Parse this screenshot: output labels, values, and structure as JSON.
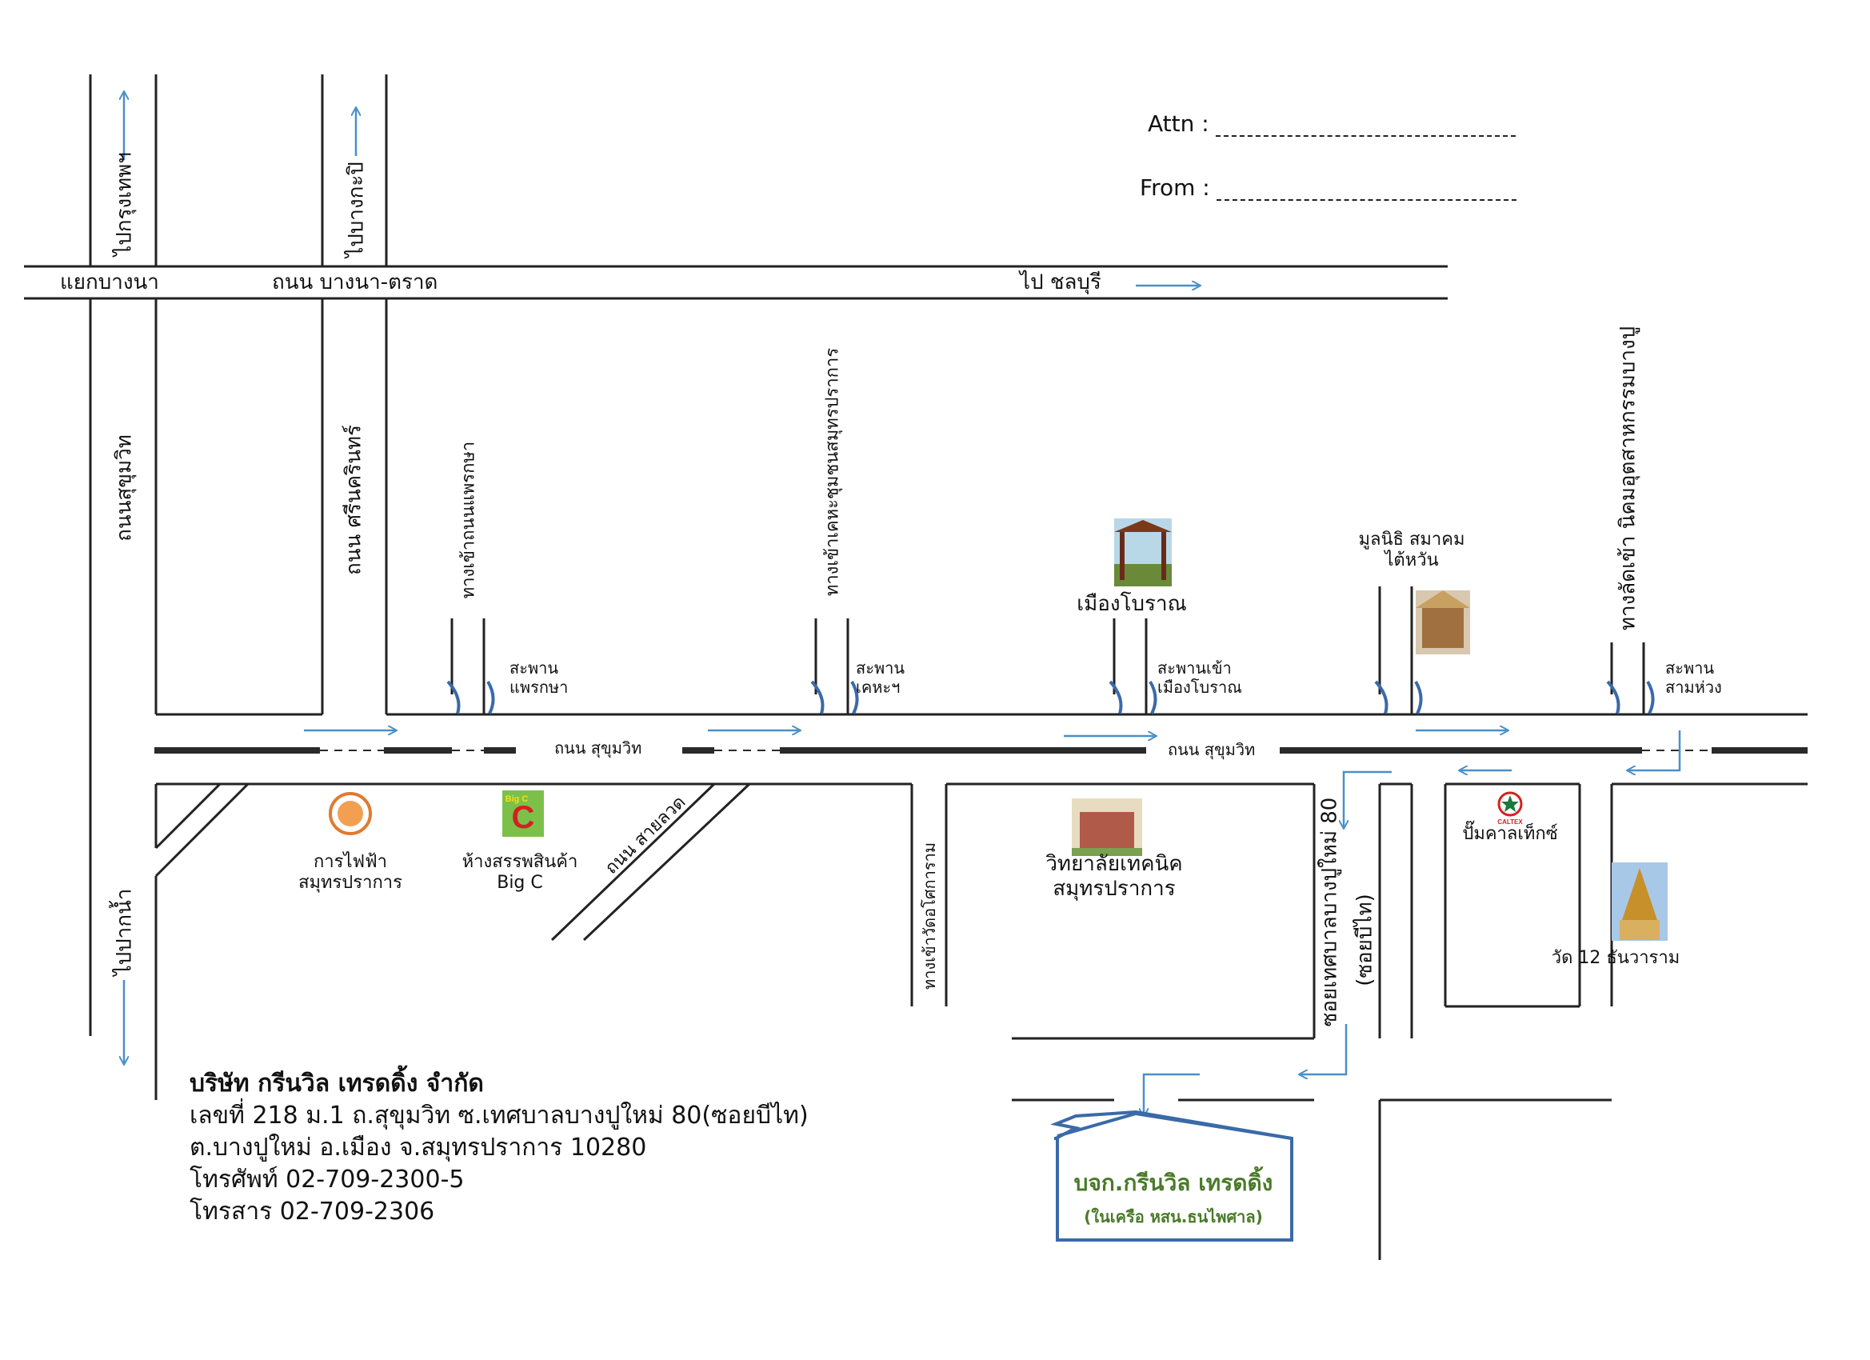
{
  "header": {
    "attn_label": "Attn :",
    "from_label": "From :"
  },
  "roads": {
    "bangna_junction": "แยกบางนา",
    "bangna_trad": "ถนน บางนา-ตราด",
    "to_chonburi": "ไป ชลบุรี",
    "to_krungthep": "ไปกรุงเทพฯ",
    "to_bangkapi": "ไปบางกะปิ",
    "sukhumvit_vertical": "ถนนสุขุมวิท",
    "srinakarin": "ถนน ศรีนครินทร์",
    "phraeksa_entrance": "ทางเข้าถนนแพรกษา",
    "kheha_entrance": "ทางเข้าเคหะชุมชนสมุทรปราการ",
    "bangpu_shortcut": "ทางลัดเข้า นิคมอุตสาหกรรมบางปู",
    "sukhumvit_1": "ถนน สุขุมวิท",
    "sukhumvit_2": "ถนน สุขุมวิท",
    "sai_luat": "ถนน สายลวด",
    "wat_asokaram": "ทางเข้าวัดอโศการาม",
    "soi_bangpu_80": "ซอยเทศบาลบางปูใหม่ 80",
    "soi_bee_thai": "(ซอยบีไท)",
    "to_paknam": "ไปปากน้ำ"
  },
  "bridges": {
    "phraeksa_l1": "สะพาน",
    "phraeksa_l2": "แพรกษา",
    "kheha_l1": "สะพาน",
    "kheha_l2": "เคหะฯ",
    "muang_l1": "สะพานเข้า",
    "muang_l2": "เมืองโบราณ",
    "samhuang_l1": "สะพาน",
    "samhuang_l2": "สามห่วง"
  },
  "landmarks": {
    "muang_boran": "เมืองโบราณ",
    "taiwan_l1": "มูลนิธิ สมาคม",
    "taiwan_l2": "ไต้หวัน",
    "pea_l1": "การไฟฟ้า",
    "pea_l2": "สมุทรปราการ",
    "bigc_l1": "ห้างสรรพสินค้า",
    "bigc_l2": "Big C",
    "bigc_logo": "Big C",
    "college_l1": "วิทยาลัยเทคนิค",
    "college_l2": "สมุทรปราการ",
    "caltex": "ปั๊มคาลเท็กซ์",
    "caltex_logo": "CALTEX",
    "wat_thanwararam": "วัด 12 ธันวาราม"
  },
  "destination": {
    "name": "บจก.กรีนวิล เทรดดิ้ง",
    "sub": "(ในเครือ หสน.ธนไพศาล)"
  },
  "company": {
    "name": "บริษัท กรีนวิล เทรดดิ้ง จำกัด",
    "address1": "เลขที่ 218 ม.1 ถ.สุขุมวิท ซ.เทศบาลบางปูใหม่ 80(ซอยบีไท)",
    "address2": "ต.บางปูใหม่ อ.เมือง จ.สมุทรปราการ 10280",
    "phone": "โทรศัพท์ 02-709-2300-5",
    "fax": "โทรสาร 02-709-2306"
  },
  "colors": {
    "road_line": "#222222",
    "arrow": "#4a90c8",
    "highway": "#2a2a2a",
    "destination_border": "#3a6aa8",
    "destination_text": "#4a7a2a"
  },
  "icons": [
    "pea-logo-icon",
    "bigc-logo-icon",
    "muang-boran-gate-icon",
    "taiwan-temple-icon",
    "college-building-icon",
    "caltex-star-icon",
    "wat-temple-icon",
    "house-icon"
  ]
}
